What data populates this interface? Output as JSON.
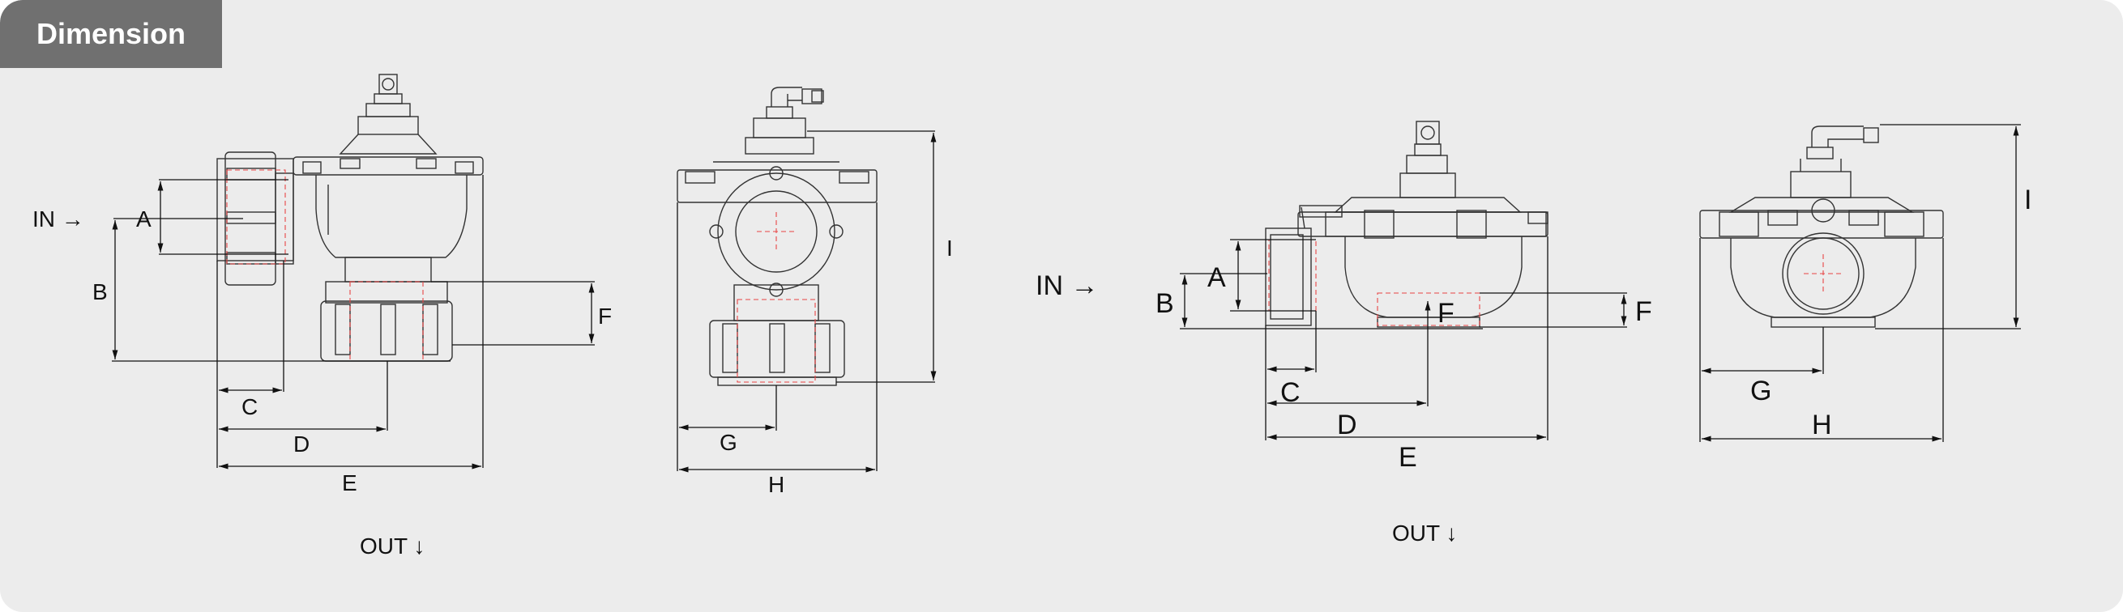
{
  "header": {
    "title": "Dimension"
  },
  "colors": {
    "panel_bg": "#ececec",
    "tab_bg": "#707070",
    "tab_text": "#ffffff",
    "hidden_line": "#e84545",
    "line": "#333333"
  },
  "flow": {
    "in_label": "IN →",
    "out_label": "OUT ↓"
  },
  "dimension_labels": {
    "A": "A",
    "B": "B",
    "C": "C",
    "D": "D",
    "E": "E",
    "F": "F",
    "G": "G",
    "H": "H",
    "I": "I"
  }
}
